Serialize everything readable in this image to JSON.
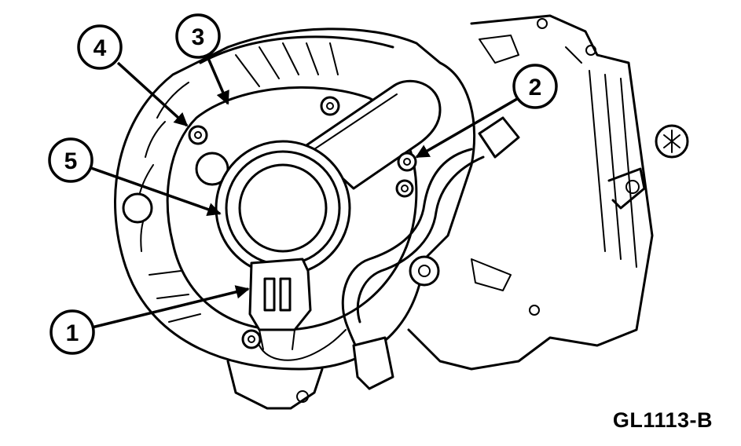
{
  "figure_code": "GL1113-B",
  "callouts": [
    {
      "id": "1",
      "label": "1"
    },
    {
      "id": "2",
      "label": "2"
    },
    {
      "id": "3",
      "label": "3"
    },
    {
      "id": "4",
      "label": "4"
    },
    {
      "id": "5",
      "label": "5"
    }
  ]
}
